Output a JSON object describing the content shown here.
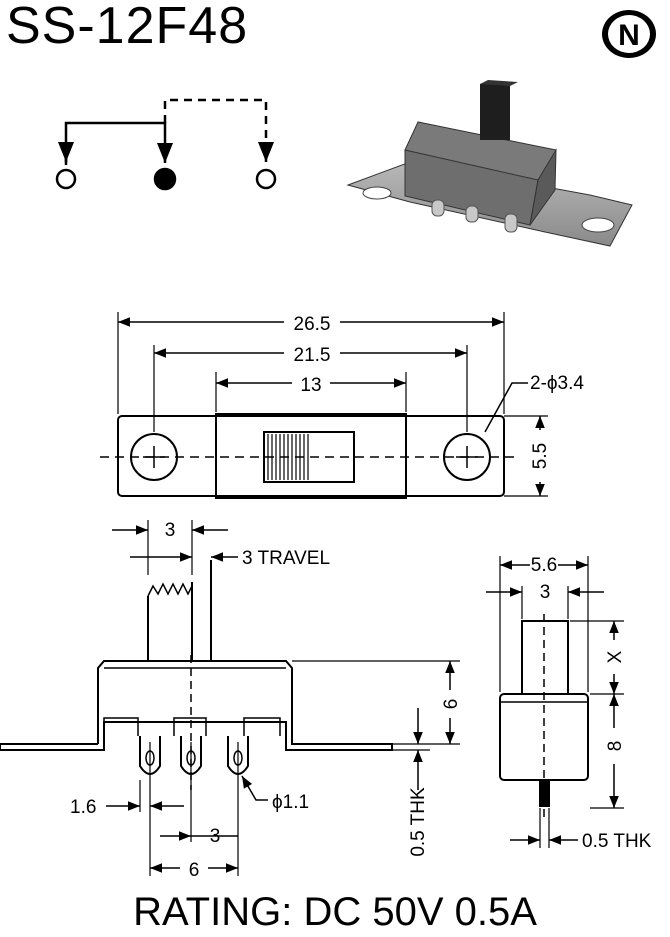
{
  "title": "SS-12F48",
  "logo_letter": "N",
  "rating": "RATING: DC 50V 0.5A",
  "top_view": {
    "overall_length": "26.5",
    "hole_spacing": "21.5",
    "housing_length": "13",
    "hole_label": "2-ϕ3.4",
    "width": "5.5"
  },
  "front_view": {
    "actuator_width": "3",
    "travel": "3 TRAVEL",
    "height": "6",
    "plate_thickness": "0.5 THK",
    "pin_offset": "1.6",
    "pin_diameter": "ϕ1.1",
    "pin_pitch": "3",
    "pin_span": "6"
  },
  "side_view": {
    "body_width": "5.6",
    "actuator_width": "3",
    "actuator_height": "X",
    "body_height": "8",
    "plate_thickness": "0.5 THK"
  },
  "colors": {
    "ink": "#000000",
    "product_gray": "#8a8a8a",
    "background": "#ffffff"
  }
}
